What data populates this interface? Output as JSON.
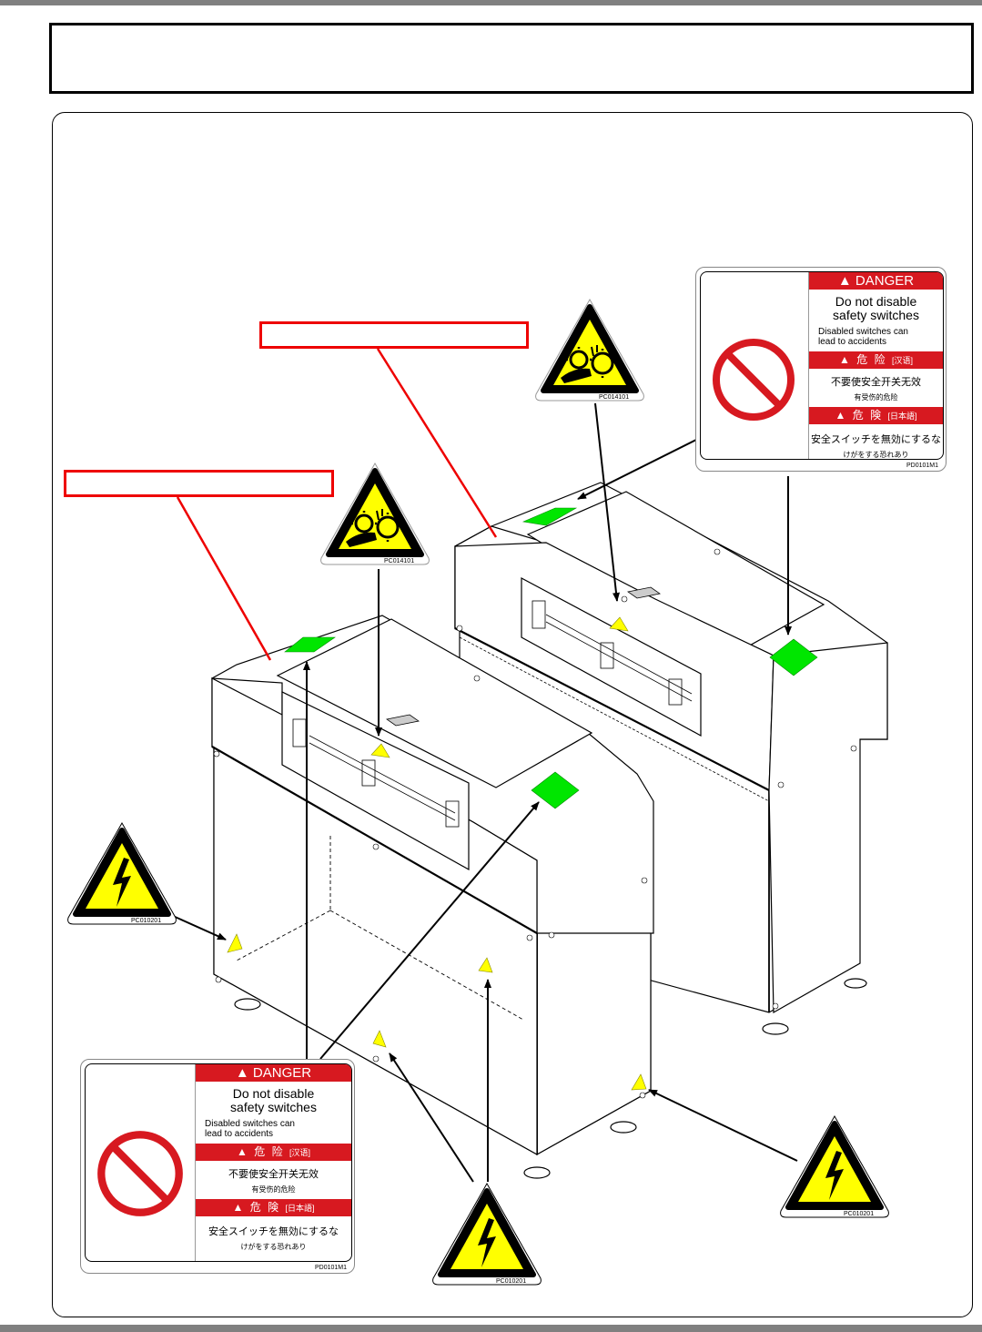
{
  "page": {
    "title": "",
    "accent_colors": {
      "danger_red": "#d71920",
      "callout_red": "#ee0000",
      "warning_yellow": "#ffff00",
      "label_green": "#00e600",
      "bar_gray": "#808080"
    }
  },
  "callouts": {
    "upper_machine": "",
    "lower_machine": ""
  },
  "danger_label": {
    "icon": "prohibition-icon",
    "header_en": "DANGER",
    "main_en_line1": "Do not disable",
    "main_en_line2": "safety switches",
    "sub_en_line1": "Disabled switches can",
    "sub_en_line2": "lead to accidents",
    "header_cn": "危 险",
    "tag_cn": "[汉语]",
    "main_cn": "不要使安全开关无效",
    "sub_cn": "有受伤的危险",
    "header_jp": "危 険",
    "tag_jp": "[日本語]",
    "main_jp": "安全スイッチを無効にするな",
    "sub_jp": "けがをする恐れあり",
    "code": "PD0101M1"
  },
  "entanglement_sign": {
    "icon": "gear-entanglement-icon",
    "code": "PC014101"
  },
  "electric_sign": {
    "icon": "high-voltage-icon",
    "code": "PC010201"
  }
}
